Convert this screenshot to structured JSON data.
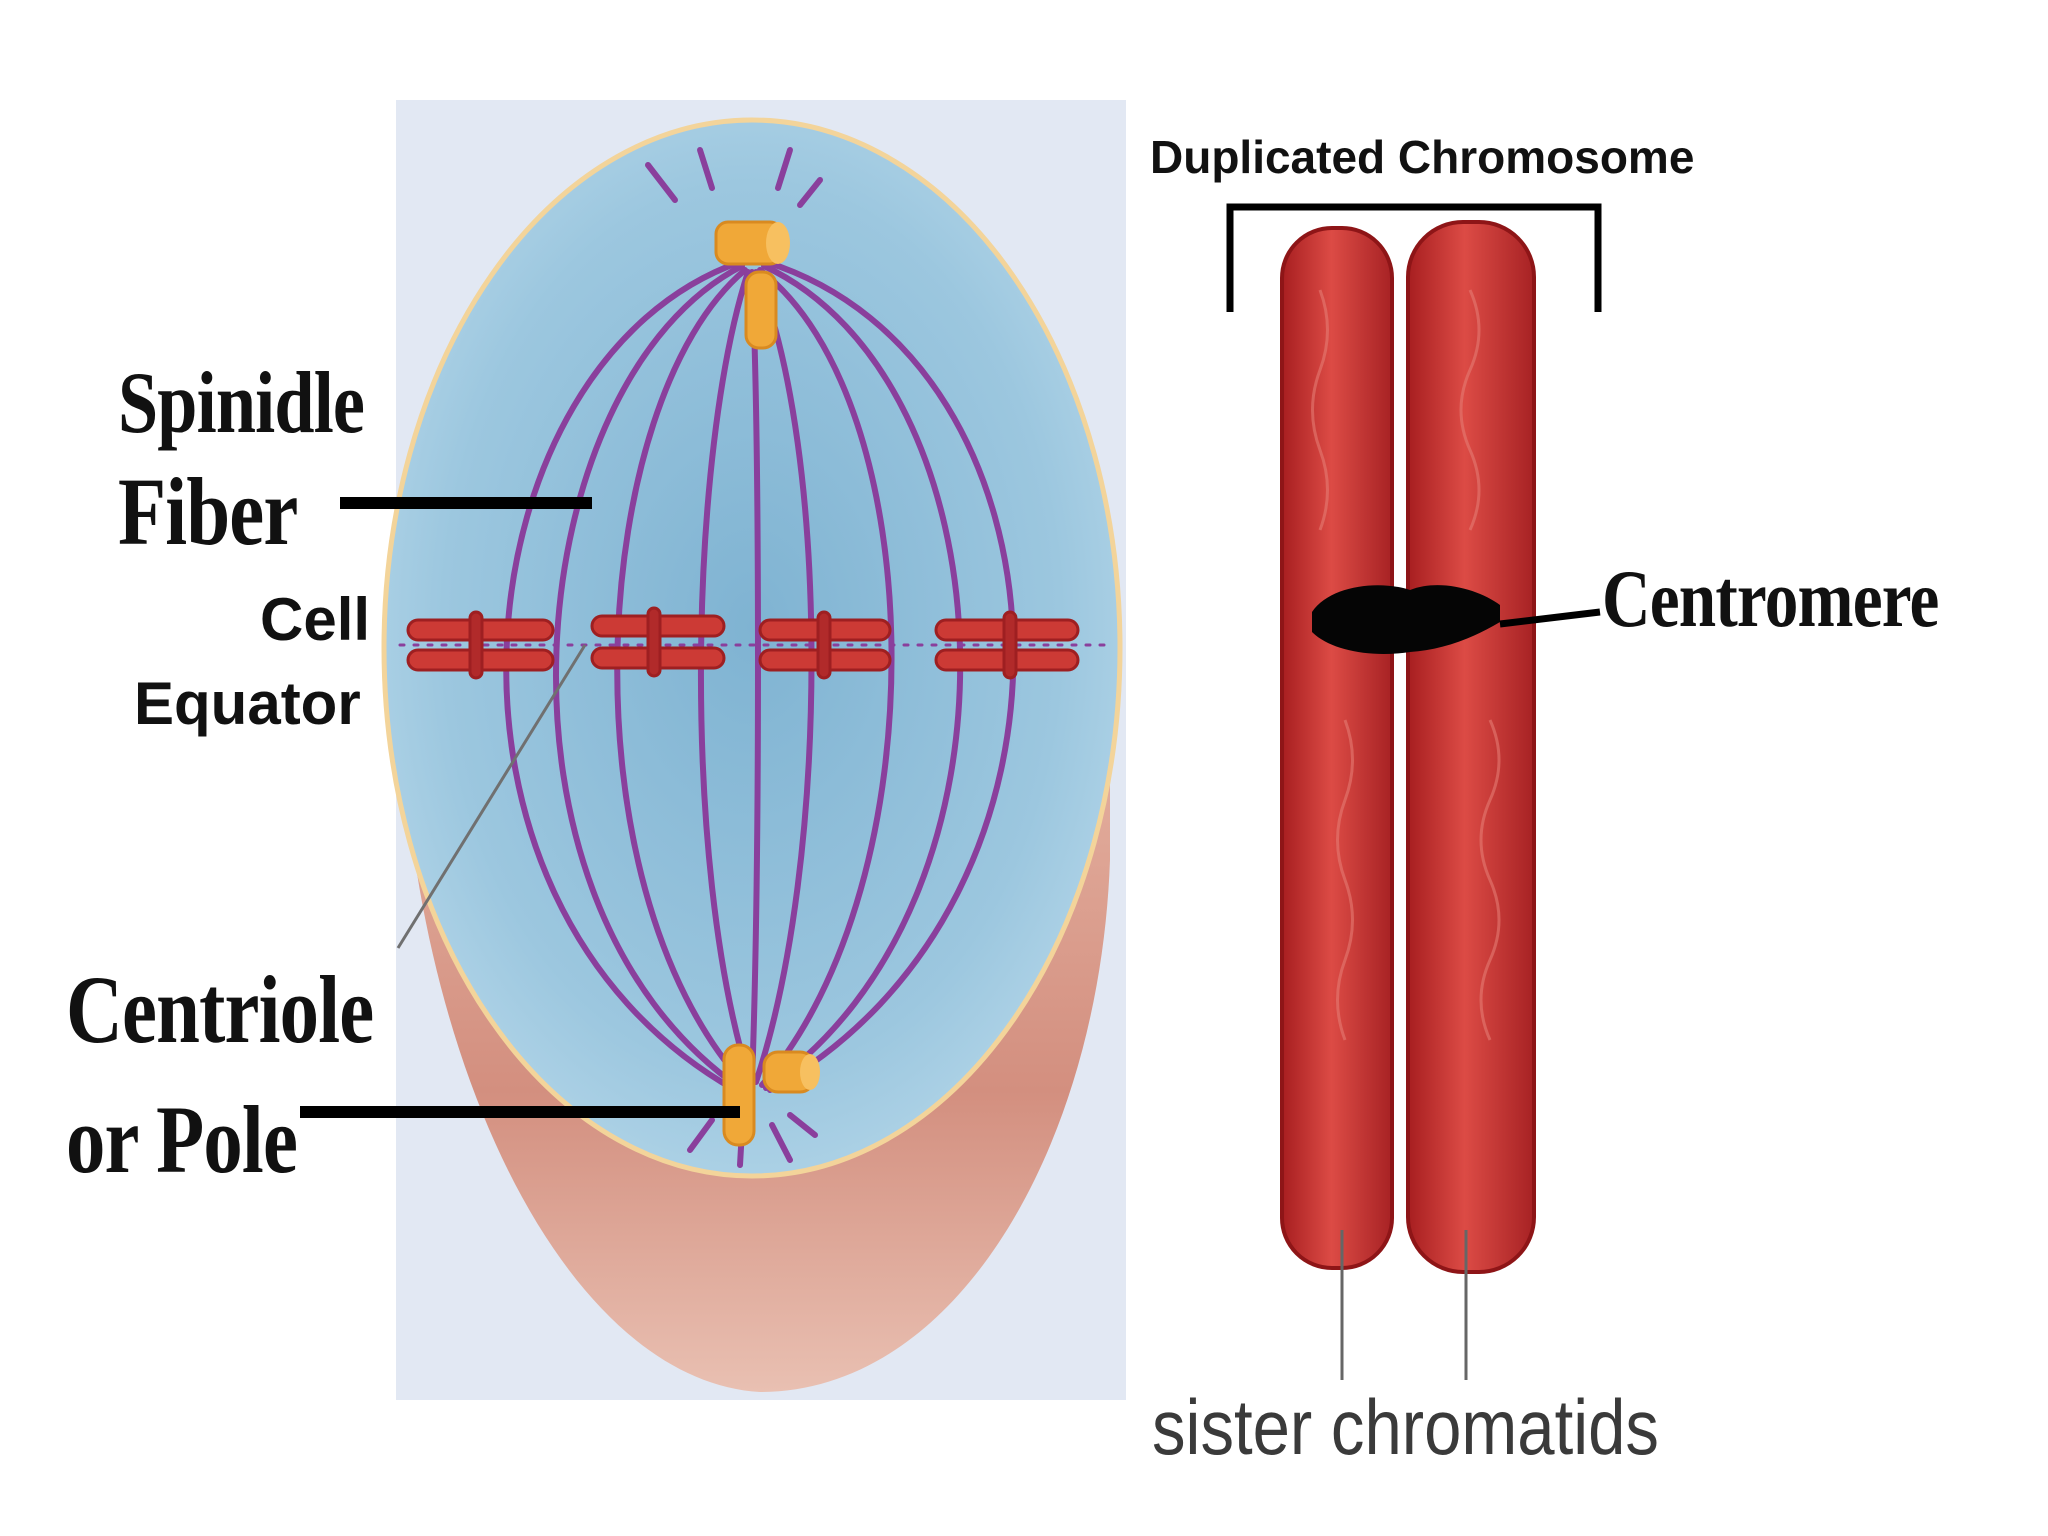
{
  "labels": {
    "spindle_line1": "Spinidle",
    "spindle_line2": "Fiber",
    "cell_line1": "Cell",
    "cell_line2": "Equator",
    "centriole_line1": "Centriole",
    "centriole_line2": "or Pole",
    "duplicated_chromosome": "Duplicated Chromosome",
    "centromere": "Centromere",
    "sister_chromatids": "sister chromatids"
  },
  "colors": {
    "cell_fill": "#8fbdd8",
    "cell_panel": "#e2e8f3",
    "spindle_fiber": "#8a3f9c",
    "chromosome": "#c8302e",
    "centriole": "#f0a838",
    "membrane_bottom": "#d99a8a",
    "centromere": "#050505"
  }
}
